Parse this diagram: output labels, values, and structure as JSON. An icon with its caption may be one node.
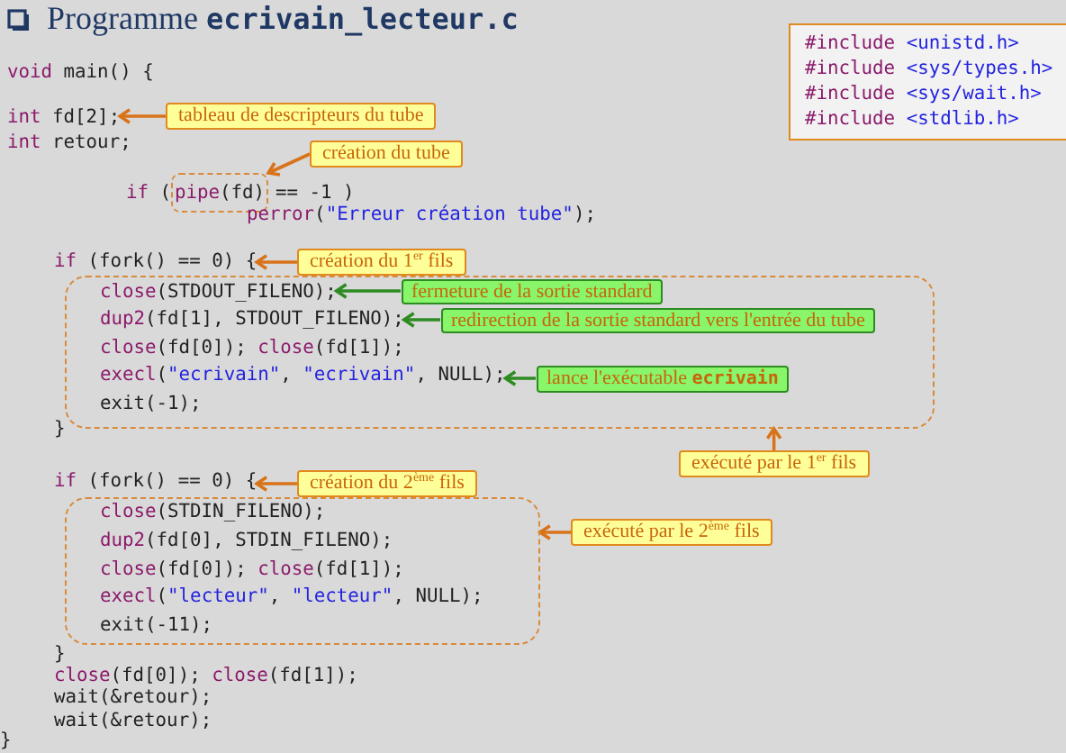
{
  "diagram": {
    "title": "Programme **ecrivain_lecteur.c**",
    "nodes": [
      {
        "text": [
          "#include <unistd.h>",
          "#include <sys/types.h>",
          "#include <sys/wait.h>",
          "#include <stdlib.h>"
        ]
      },
      {
        "text": [
          "int fd[2];"
        ]
      },
      {
        "text": [
          "tableau de descripteurs du tube"
        ]
      },
      {
        "text": [
          "pipe(fd)"
        ]
      },
      {
        "text": [
          "création du tube"
        ]
      },
      {
        "text": [
          "if (fork() == 0) {"
        ]
      },
      {
        "text": [
          "création du 1$^{er}$ fils"
        ]
      },
      {
        "text": [],
        "shape": "box"
      },
      {
        "text": [
          "close(STDOUT_FILENO);"
        ],
        "in": 7
      },
      {
        "text": [
          "fermeture de la sortie standard"
        ],
        "in": 7
      },
      {
        "text": [
          "dup2(fd[1], STDOUT_FILENO);"
        ],
        "in": 7
      },
      {
        "text": [
          "redirection de la sortie standard vers l'entrée du tube"
        ],
        "in": 7
      },
      {
        "text": [
          "close(fd[0]); close(fd[1]);"
        ],
        "in": 7
      },
      {
        "text": [
          "execl(\"ecrivain\", \"ecrivain\", NULL);"
        ],
        "in": 7
      },
      {
        "text": [
          "lance l'exécutable **ecrivain**"
        ],
        "in": 7
      },
      {
        "text": [
          "exit(-1);"
        ],
        "in": 7
      },
      {
        "text": [
          "exécuté par le 1$^{er}$ fils"
        ]
      },
      {
        "text": [
          "if (fork() == 0) {"
        ]
      },
      {
        "text": [
          "création du 2$^{ème}$ fils"
        ]
      },
      {
        "text": [],
        "shape": "box"
      },
      {
        "text": [
          "close(STDIN_FILENO);"
        ],
        "in": 19
      },
      {
        "text": [
          "dup2(fd[0], STDIN_FILENO);"
        ],
        "in": 19
      },
      {
        "text": [
          "close(fd[0]); close(fd[1]);"
        ],
        "in": 19
      },
      {
        "text": [
          "execl(\"lecteur\", \"lecteur\", NULL);"
        ],
        "in": 19
      },
      {
        "text": [
          "exit(-11);"
        ],
        "in": 19
      },
      {
        "text": [
          "exécuté par le 2$^{ème}$ fils"
        ]
      }
    ],
    "edges": [
      {
        "from": 2,
        "to": 1,
        "arrow": "to"
      },
      {
        "from": 4,
        "to": 3,
        "arrow": "to"
      },
      {
        "from": 6,
        "to": 5,
        "arrow": "to"
      },
      {
        "from": 9,
        "to": 8,
        "arrow": "to",
        "color": "#2e8b22"
      },
      {
        "from": 11,
        "to": 10,
        "arrow": "to",
        "color": "#2e8b22"
      },
      {
        "from": 14,
        "to": 13,
        "arrow": "to",
        "color": "#2e8b22"
      },
      {
        "from": 16,
        "to": 7,
        "arrow": "to"
      },
      {
        "from": 18,
        "to": 17,
        "arrow": "to"
      },
      {
        "from": 25,
        "to": 19,
        "arrow": "to"
      }
    ],
    "labels": [
      "void main() {",
      "int retour;",
      "if (",
      "== -1 )",
      "perror(\"Erreur création tube\");",
      "}",
      "}",
      "close(fd[0]); close(fd[1]);",
      "wait(&retour);",
      "wait(&retour);",
      "}"
    ]
  }
}
